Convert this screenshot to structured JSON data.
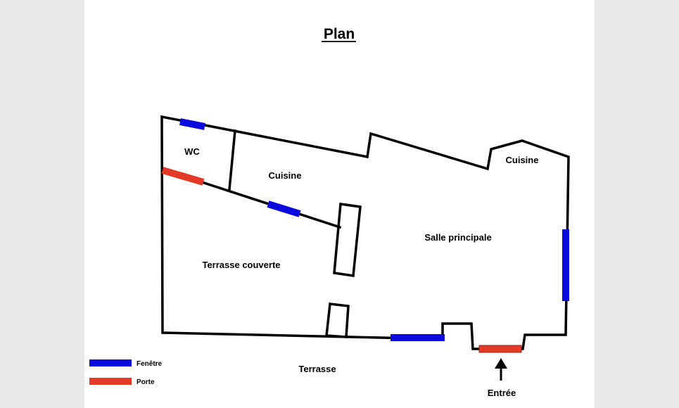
{
  "title": "Plan",
  "rooms": {
    "wc": "WC",
    "kitchen_main": "Cuisine",
    "kitchen_right": "Cuisine",
    "main_hall": "Salle principale",
    "covered_terrace": "Terrasse couverte",
    "terrace": "Terrasse"
  },
  "entrance": "Entrée",
  "legend": {
    "window": {
      "label": "Fenêtre",
      "color": "#0a0adf"
    },
    "door": {
      "label": "Porte",
      "color": "#e23a26"
    }
  }
}
